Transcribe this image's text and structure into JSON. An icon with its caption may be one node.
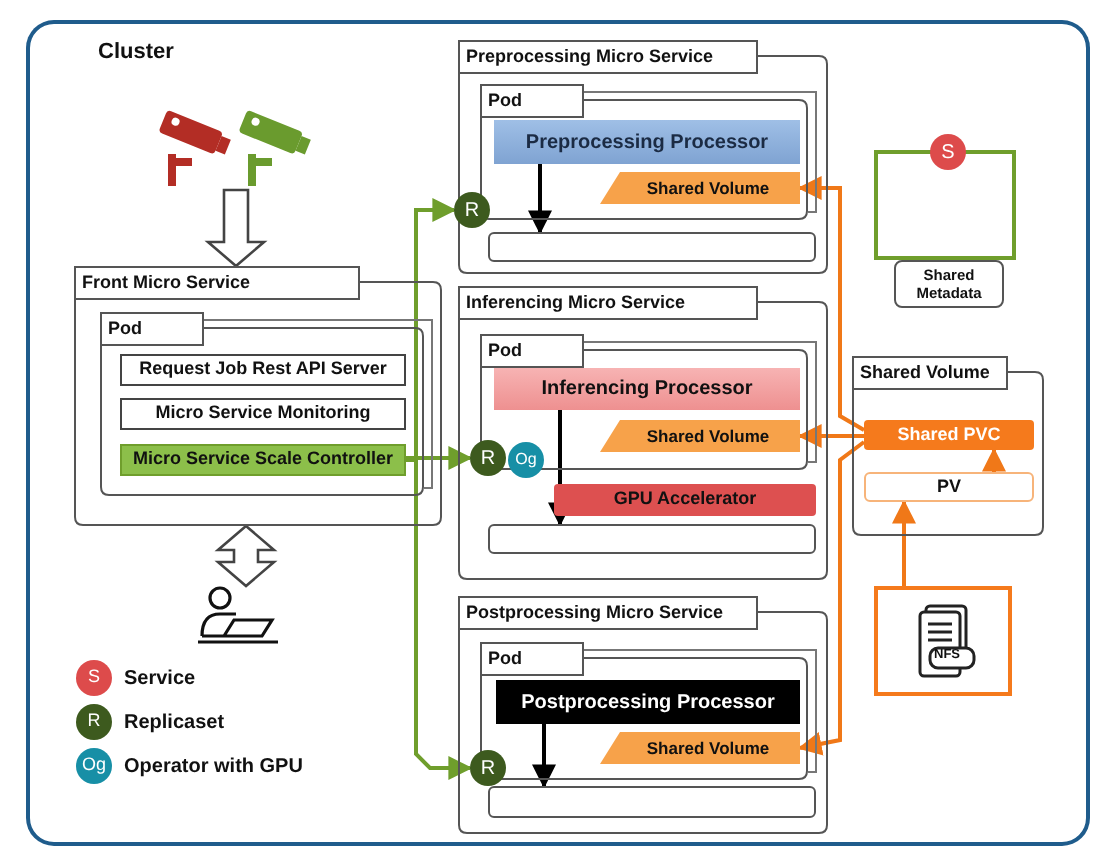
{
  "diagram": {
    "nodes": [
      {
        "text": [
          "Cluster"
        ]
      },
      {
        "text": [],
        "shape": "picture",
        "in": 0
      },
      {
        "text": [
          "Front Micro Service"
        ],
        "in": 0
      },
      {
        "text": [
          "Pod"
        ],
        "in": 2
      },
      {
        "text": [
          "Request Job Rest API Server"
        ],
        "in": 3
      },
      {
        "text": [
          "Micro Service Monitoring"
        ],
        "in": 3
      },
      {
        "text": [
          "Micro Service Scale Controller"
        ],
        "in": 3
      },
      {
        "text": [],
        "shape": "person",
        "in": 0
      },
      {
        "text": [
          "Preprocessing Micro Service"
        ],
        "in": 0
      },
      {
        "text": [
          "Pod"
        ],
        "in": 8
      },
      {
        "text": [
          "Preprocessing Processor"
        ],
        "in": 9
      },
      {
        "text": [
          "Shared Volume"
        ],
        "in": 9
      },
      {
        "text": [
          "R"
        ],
        "in": 8
      },
      {
        "text": [],
        "shape": "box",
        "in": 8
      },
      {
        "text": [
          "Inferencing Micro Service"
        ],
        "in": 0
      },
      {
        "text": [
          "Pod"
        ],
        "in": 14
      },
      {
        "text": [
          "Inferencing Processor"
        ],
        "in": 15
      },
      {
        "text": [
          "Shared Volume"
        ],
        "in": 15
      },
      {
        "text": [
          "R"
        ],
        "in": 14
      },
      {
        "text": [
          "Og"
        ],
        "in": 14
      },
      {
        "text": [
          "GPU Accelerator"
        ],
        "in": 14
      },
      {
        "text": [],
        "shape": "box",
        "in": 14
      },
      {
        "text": [
          "Postprocessing Micro Service"
        ],
        "in": 0
      },
      {
        "text": [
          "Pod"
        ],
        "in": 22
      },
      {
        "text": [
          "Postprocessing Processor"
        ],
        "in": 23
      },
      {
        "text": [
          "Shared Volume"
        ],
        "in": 23
      },
      {
        "text": [
          "R"
        ],
        "in": 22
      },
      {
        "text": [],
        "shape": "box",
        "in": 22
      },
      {
        "text": [],
        "shape": "box",
        "in": 0
      },
      {
        "text": [
          "S"
        ],
        "in": 0
      },
      {
        "text": [
          "Shared Metadata"
        ],
        "in": 0
      },
      {
        "text": [
          "Shared Volume"
        ],
        "in": 0
      },
      {
        "text": [
          "Shared PVC"
        ],
        "in": 31
      },
      {
        "text": [
          "PV"
        ],
        "in": 31
      },
      {
        "text": [
          "NFS"
        ],
        "in": 0
      }
    ],
    "edges": [
      {
        "from": 1,
        "to": 2,
        "arrow": "to",
        "style": "thick"
      },
      {
        "from": 2,
        "to": 7,
        "arrow": "both",
        "style": "thick"
      },
      {
        "from": 6,
        "to": 12,
        "arrow": "to",
        "color": "#6f9e2c"
      },
      {
        "from": 6,
        "to": 18,
        "arrow": "to",
        "color": "#6f9e2c"
      },
      {
        "from": 6,
        "to": 26,
        "arrow": "to",
        "color": "#6f9e2c"
      },
      {
        "from": 10,
        "to": 13,
        "arrow": "to",
        "color": "#000000"
      },
      {
        "from": 16,
        "to": 21,
        "arrow": "to",
        "color": "#000000"
      },
      {
        "from": 24,
        "to": 27,
        "arrow": "to",
        "color": "#000000"
      },
      {
        "from": 32,
        "to": 11,
        "arrow": "to",
        "color": "#f07818"
      },
      {
        "from": 32,
        "to": 17,
        "arrow": "to",
        "color": "#f07818"
      },
      {
        "from": 32,
        "to": 25,
        "arrow": "to",
        "color": "#f07818"
      },
      {
        "from": 33,
        "to": 32,
        "arrow": "to",
        "color": "#f07818"
      },
      {
        "from": 34,
        "to": 33,
        "arrow": "to",
        "color": "#f07818"
      }
    ],
    "labels": [
      "S",
      "R",
      "Og"
    ],
    "legend": [
      {
        "text": "Service",
        "color": "#dd4b4b"
      },
      {
        "text": "Replicaset",
        "color": "#3d5a1e"
      },
      {
        "text": "Operator with GPU",
        "color": "#178fa6"
      }
    ]
  }
}
